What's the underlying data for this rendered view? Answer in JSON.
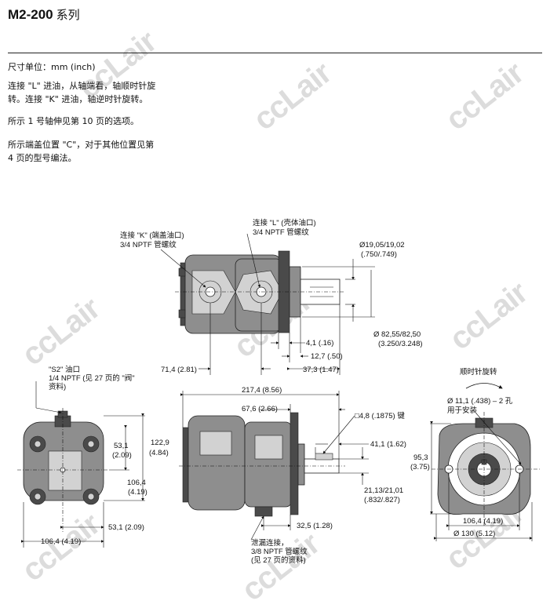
{
  "header": {
    "model": "M2-200",
    "series": "系列"
  },
  "notes": {
    "units": "尺寸单位：mm (inch)",
    "rotation_line1": "连接 \"L\" 进油，从轴端看，轴顺时针旋",
    "rotation_line2": "转。连接 \"K\" 进油，轴逆时针旋转。",
    "shaft": "所示 1 号轴伸见第 10 页的选项。",
    "cover_line1": "所示端盖位置 \"C\"，对于其他位置见第",
    "cover_line2": "4 页的型号编法。"
  },
  "watermark": "ccLair",
  "top_view": {
    "port_k_line1": "连接 \"K\" (端盖油口)",
    "port_k_line2": "3/4 NPTF 管螺纹",
    "port_l_line1": "连接 \"L\" (壳体油口)",
    "port_l_line2": "3/4 NPTF 管螺纹",
    "shaft_dia_mm": "Ø19,05/19,02",
    "shaft_dia_in": "(.750/.749)",
    "pilot_dia_mm": "Ø 82,55/82,50",
    "pilot_dia_in": "(3.250/3.248)",
    "dim_4_1": "4,1 (.16)",
    "dim_12_7": "12,7 (.50)",
    "dim_71_4": "71,4 (2.81)",
    "dim_37_3": "37,3 (1.47)"
  },
  "left_view": {
    "s2_line1": "\"S2\" 油口",
    "s2_line2": "1/4 NPTF (见 27 页的 \"阀\"",
    "s2_line3": "资料)",
    "dim_53_1": "53,1",
    "dim_53_1_in": "(2.09)",
    "dim_122_9": "122,9",
    "dim_122_9_in": "(4.84)",
    "dim_106_4": "106,4",
    "dim_106_4_in": "(4.19)",
    "dim_53_1_h": "53,1 (2.09)",
    "dim_106_4_h": "106,4 (4.19)"
  },
  "side_view": {
    "dim_217_4": "217,4 (8.56)",
    "dim_67_6": "67,6 (2.66)",
    "key": "□4,8 (.1875) 键",
    "dim_41_1": "41,1 (1.62)",
    "dim_21": "21,13/21,01",
    "dim_21_in": "(.832/.827)",
    "dim_32_5": "32,5 (1.28)",
    "drain_line1": "泄漏连接，",
    "drain_line2": "3/8 NPTF 管螺纹",
    "drain_line3": "(见 27 页的资料)"
  },
  "right_view": {
    "rotation": "顺时针旋转",
    "hole_line1": "Ø 11,1 (.438) – 2 孔",
    "hole_line2": "用于安装",
    "dim_95_3": "95,3",
    "dim_95_3_in": "(3.75)",
    "dim_106_4": "106,4 (4.19)",
    "dim_130": "Ø 130 (5.12)"
  }
}
